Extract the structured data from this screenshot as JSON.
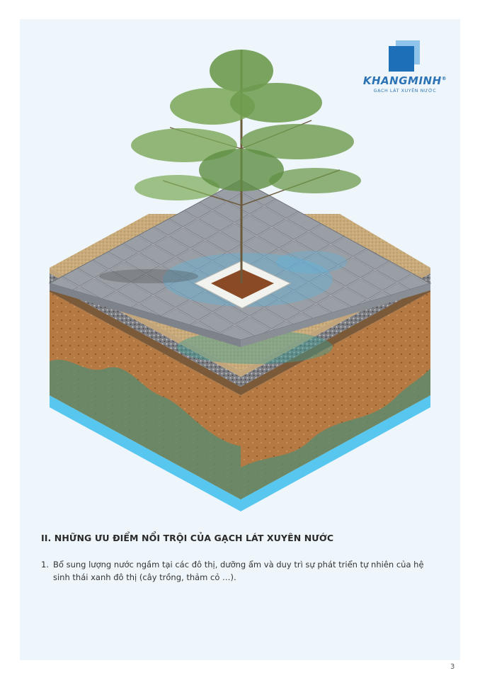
{
  "brand": {
    "name": "KHANGMINH",
    "registered": "®",
    "tagline": "GẠCH LÁT XUYÊN NƯỚC",
    "color": "#2b73b5"
  },
  "illustration": {
    "icon": "permeable-paving-cross-section-with-tree",
    "colors": {
      "water": "#58c7f0",
      "paver": "#9ea2a8",
      "soil": "#b57a43",
      "gravel": "#7d7f84",
      "sand": "#c9ab7b",
      "foliage": "#6c9a4c"
    }
  },
  "section": {
    "heading": "II.  Những ưu điểm nổi trội của gạch lát xuyên nước"
  },
  "list": [
    {
      "number": "1.",
      "text": "Bổ sung lượng nước ngầm tại các đô thị, dưỡng ẩm và duy trì sự phát triển tự nhiên của hệ sinh thái xanh đô thị (cây trồng, thảm cỏ …)."
    }
  ],
  "page_number": "3"
}
